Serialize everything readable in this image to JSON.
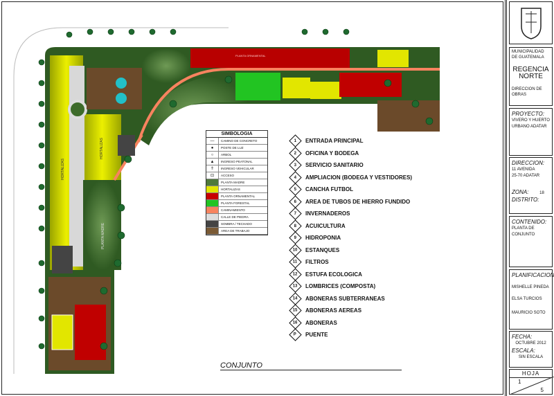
{
  "title_block": {
    "org_line1": "MUNICIPALIDAD",
    "org_line2": "DE GUATEMALA",
    "regencia": "REGENCIA NORTE",
    "direccion_obras": "DIRECCION DE OBRAS",
    "proyecto_label": "PROYECTO:",
    "proyecto_1": "VIVERO Y HUERTO",
    "proyecto_2": "URBANO ADATAR",
    "direccion_label": "DIRECCION:",
    "direccion_1": "11 AVENIDA",
    "direccion_2": "25-70 ADATAR",
    "zona_label": "ZONA:",
    "zona_value": "18",
    "distrito_label": "DISTRITO:",
    "contenido_label": "CONTENIDO:",
    "contenido_1": "PLANTA DE",
    "contenido_2": "CONJUNTO",
    "planificacion_label": "PLANIFICACION:",
    "planner_1": "MISHELLE PINEDA",
    "planner_2": "ELSA TURCIOS",
    "planner_3": "MAURICIO SOTO",
    "fecha_label": "FECHA:",
    "fecha_value": "OCTUBRE 2012",
    "escala_label": "ESCALA:",
    "escala_value": "SIN ESCALA",
    "hoja_label": "HOJA",
    "hoja_num": "1",
    "hoja_total": "5"
  },
  "legend": {
    "title": "SIMBOLOGIA",
    "items": [
      {
        "label": "CAMINO DE CONCRETO",
        "color": "#ffffff",
        "sym": "—"
      },
      {
        "label": "POSTE DE LUZ",
        "color": "#ffffff",
        "sym": "●"
      },
      {
        "label": "ARBOL",
        "color": "#ffffff",
        "sym": "○"
      },
      {
        "label": "INGRESO PEATONAL",
        "color": "#ffffff",
        "sym": "▲"
      },
      {
        "label": "INGRESO VEHICULAR",
        "color": "#ffffff",
        "sym": "⇑"
      },
      {
        "label": "ACCESO",
        "color": "#ffffff",
        "sym": "⊡"
      },
      {
        "label": "PLANTA MADRE",
        "color": "#4f7a3a",
        "sym": ""
      },
      {
        "label": "HORTALIZAS",
        "color": "#e2e600",
        "sym": ""
      },
      {
        "label": "PLANTA ORNAMENTAL",
        "color": "#c80000",
        "sym": ""
      },
      {
        "label": "PLANTA FORESTAL",
        "color": "#22c422",
        "sym": ""
      },
      {
        "label": "CAMINAMIENTO",
        "color": "#f7835f",
        "sym": ""
      },
      {
        "label": "CALLE DE PIEDRA",
        "color": "#dddddd",
        "sym": ""
      },
      {
        "label": "SOMBRA / TECHADO",
        "color": "#444444",
        "sym": ""
      },
      {
        "label": "AREA DE TRABAJO",
        "color": "#7a5a35",
        "sym": ""
      }
    ]
  },
  "items": [
    {
      "n": "1",
      "label": "ENTRADA PRINCIPAL"
    },
    {
      "n": "2",
      "label": "OFICINA Y BODEGA"
    },
    {
      "n": "3",
      "label": "SERVICIO SANITARIO"
    },
    {
      "n": "4",
      "label": "AMPLIACION (BODEGA Y VESTIDORES)"
    },
    {
      "n": "5",
      "label": "CANCHA FUTBOL"
    },
    {
      "n": "6",
      "label": "AREA DE TUBOS DE HIERRO FUNDIDO"
    },
    {
      "n": "7",
      "label": "INVERNADEROS"
    },
    {
      "n": "8",
      "label": "ACUICULTURA"
    },
    {
      "n": "9",
      "label": "HIDROPONIA"
    },
    {
      "n": "10",
      "label": "ESTANQUES"
    },
    {
      "n": "11",
      "label": "FILTROS"
    },
    {
      "n": "12",
      "label": "ESTUFA ECOLOGICA"
    },
    {
      "n": "13",
      "label": "LOMBRICES (COMPOSTA)"
    },
    {
      "n": "14",
      "label": "ABONERAS SUBTERRANEAS"
    },
    {
      "n": "15",
      "label": "ABONERAS AEREAS"
    },
    {
      "n": "16",
      "label": "ABONERAS"
    },
    {
      "n": "P",
      "label": "PUENTE"
    }
  ],
  "plan": {
    "title": "CONJUNTO",
    "hortalizas_1": "HORTALIZAS",
    "hortalizas_2": "HORTALIZAS",
    "planta_madre": "PLANTA MADRE",
    "planta_ornamental": "PLANTA ORNAMENTAL"
  }
}
